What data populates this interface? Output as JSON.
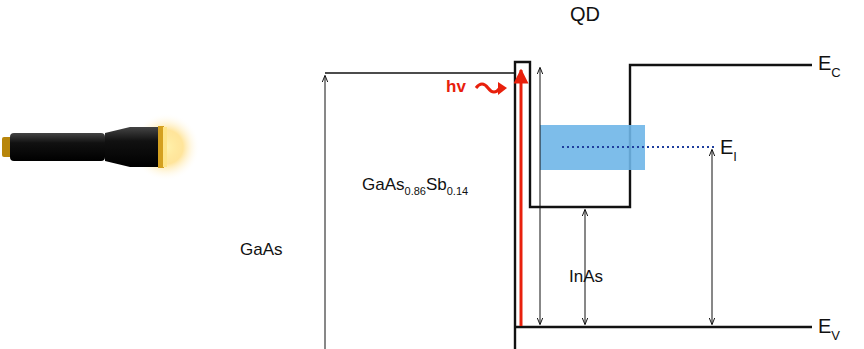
{
  "diagram": {
    "labels": [
      "QD",
      "E",
      "C",
      "hv",
      "GaAs",
      "0.86",
      "Sb",
      "0.14",
      "E",
      "I",
      "GaAs",
      "InAs",
      "E",
      "V"
    ]
  }
}
